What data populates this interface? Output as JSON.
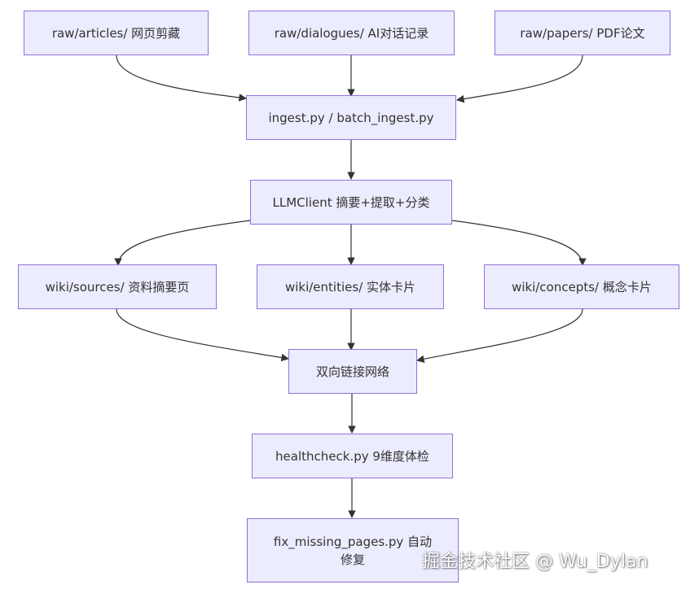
{
  "nodes": {
    "raw_articles": "raw/articles/ 网页剪藏",
    "raw_dialogues": "raw/dialogues/ AI对话记录",
    "raw_papers": "raw/papers/ PDF论文",
    "ingest": "ingest.py / batch_ingest.py",
    "llmclient": "LLMClient 摘要+提取+分类",
    "wiki_sources": "wiki/sources/ 资料摘要页",
    "wiki_entities": "wiki/entities/ 实体卡片",
    "wiki_concepts": "wiki/concepts/ 概念卡片",
    "bidirectional": "双向链接网络",
    "healthcheck": "healthcheck.py 9维度体检",
    "fix_missing_line1": "fix_missing_pages.py 自动",
    "fix_missing_line2": "修复"
  },
  "watermark": "掘金技术社区 @ Wu_Dylan",
  "colors": {
    "node_fill": "#ececff",
    "node_border": "#9370db",
    "edge": "#333333"
  }
}
